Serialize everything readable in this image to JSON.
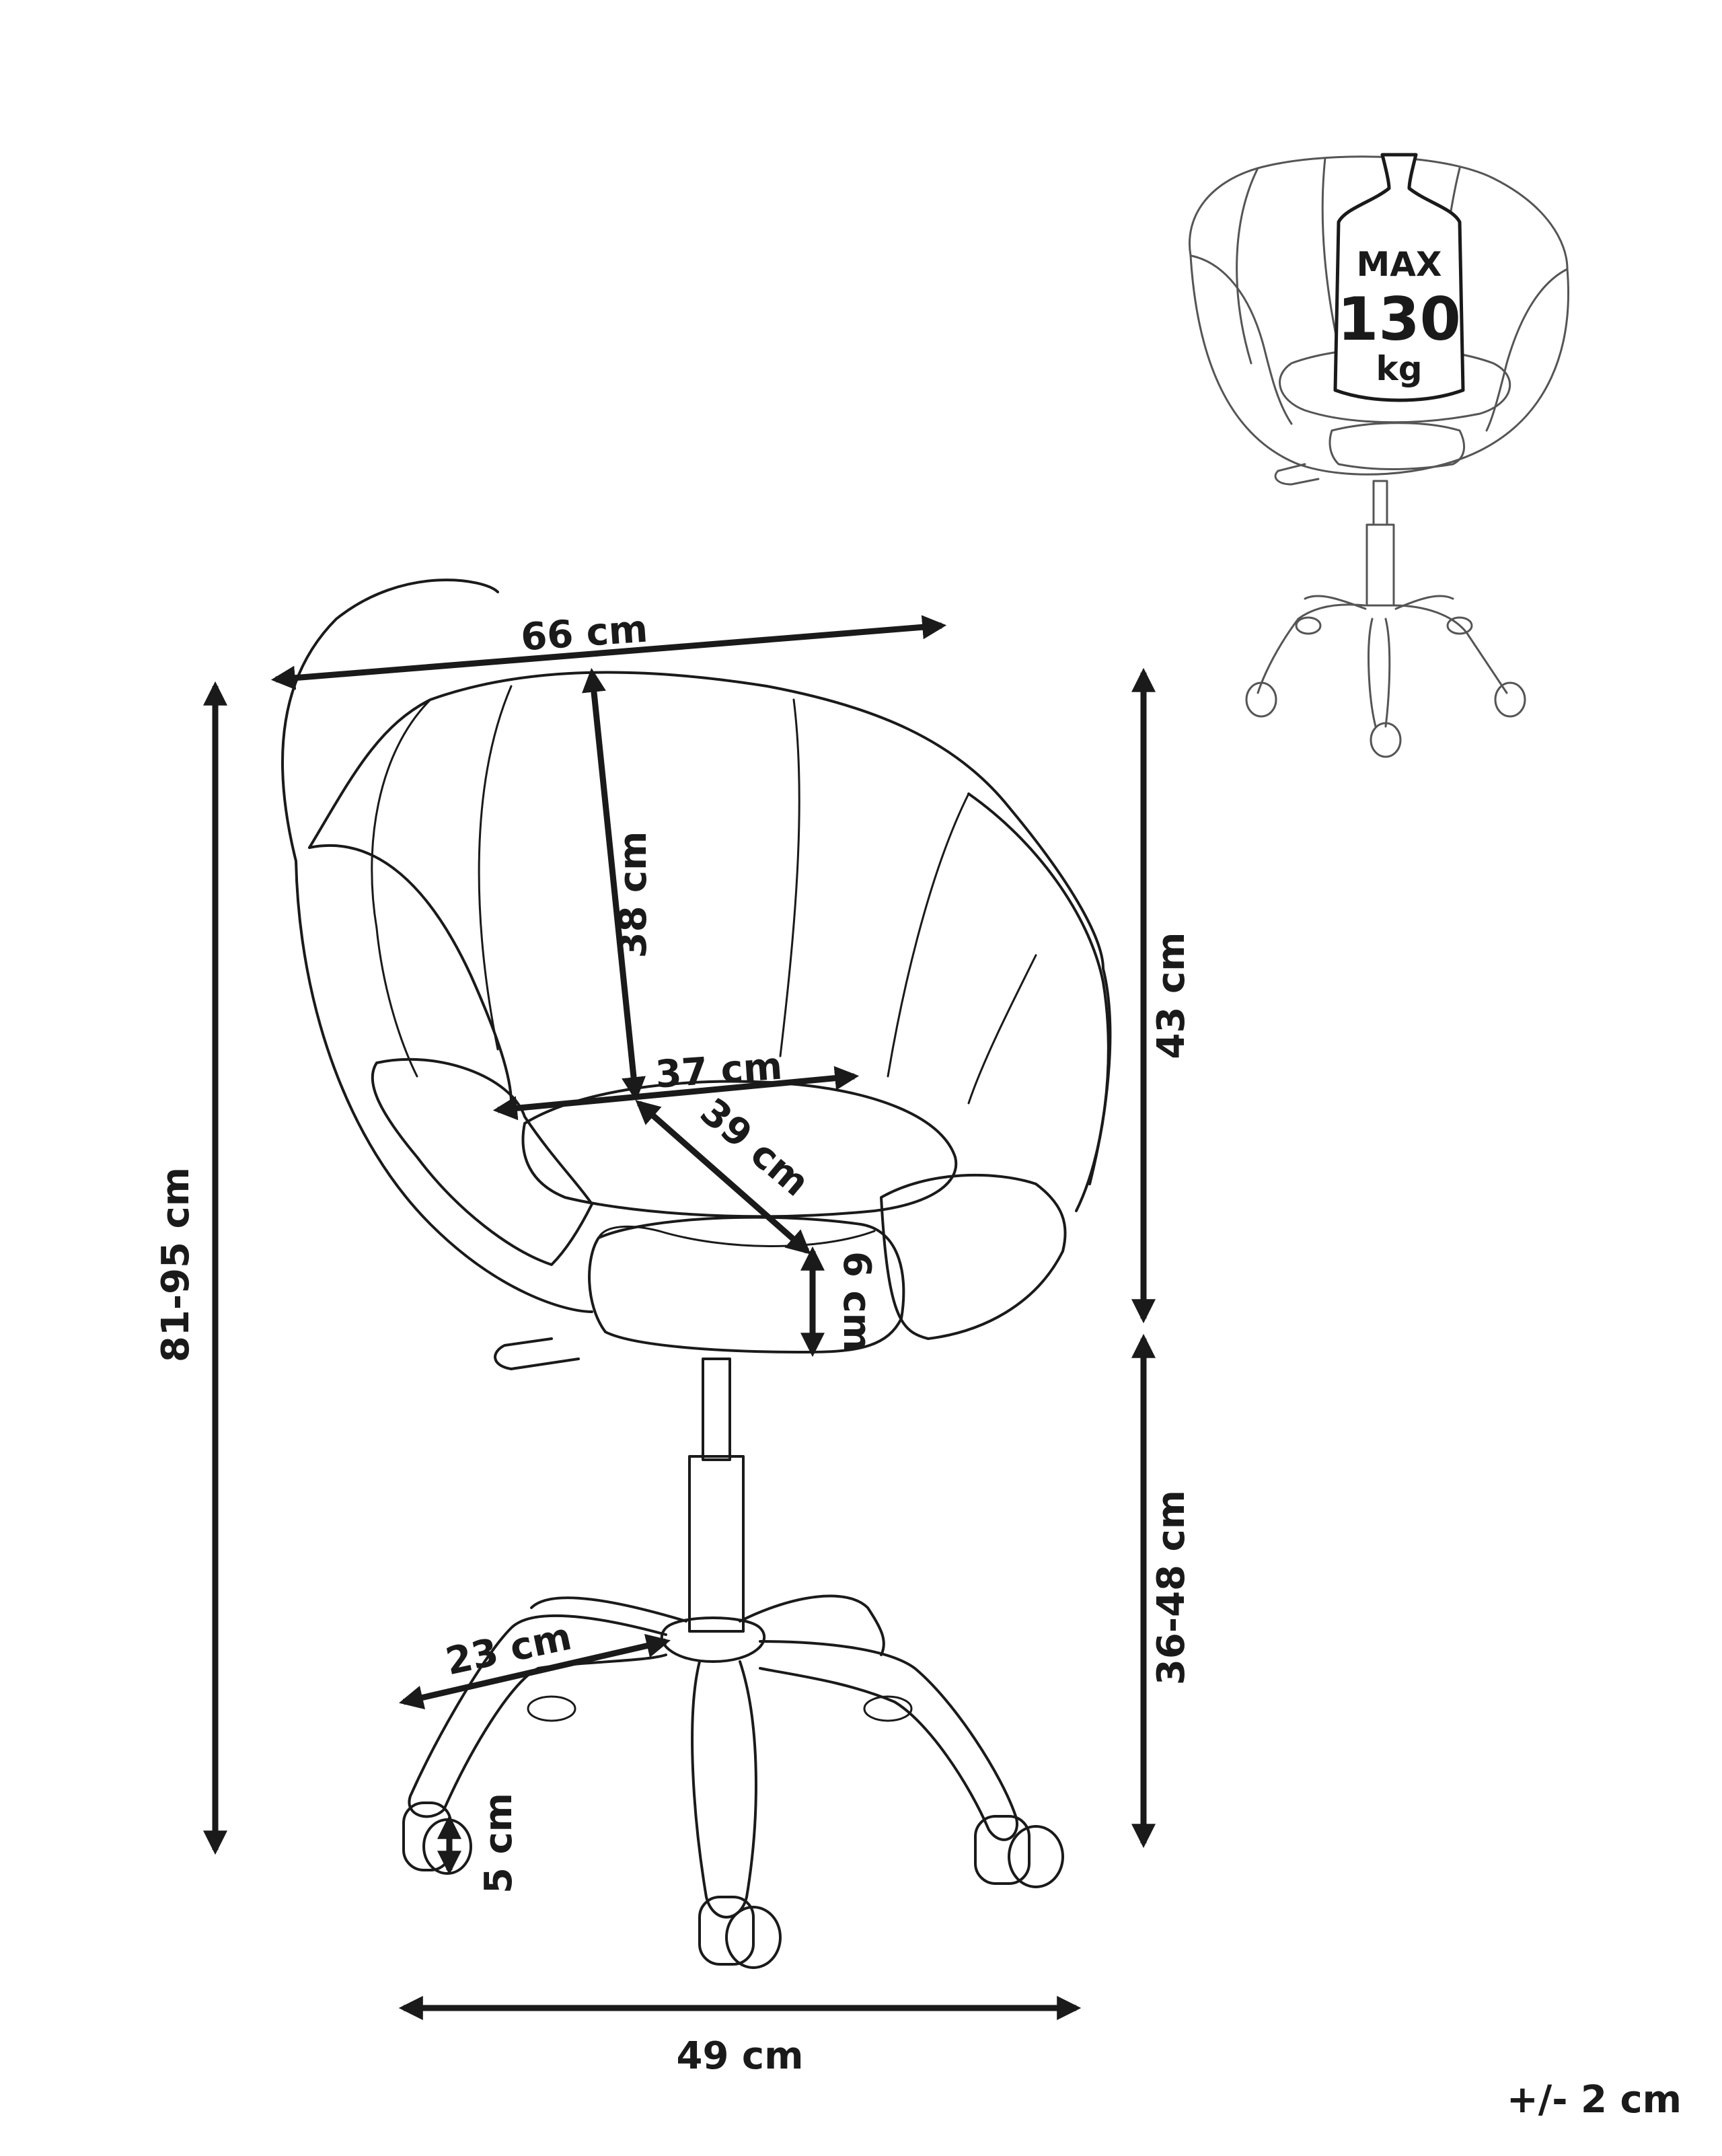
{
  "dimensions": {
    "width_top": "66 cm",
    "height_total": "81-95 cm",
    "backrest_height": "38 cm",
    "seat_width": "37 cm",
    "seat_depth": "39 cm",
    "cushion_thickness": "6 cm",
    "upper_height": "43 cm",
    "seat_height": "36-48 cm",
    "leg_length": "23 cm",
    "wheel_height": "5 cm",
    "base_width": "49 cm"
  },
  "load_badge": {
    "max_label": "MAX",
    "value": "130",
    "unit": "kg"
  },
  "tolerance": "+/- 2 cm"
}
